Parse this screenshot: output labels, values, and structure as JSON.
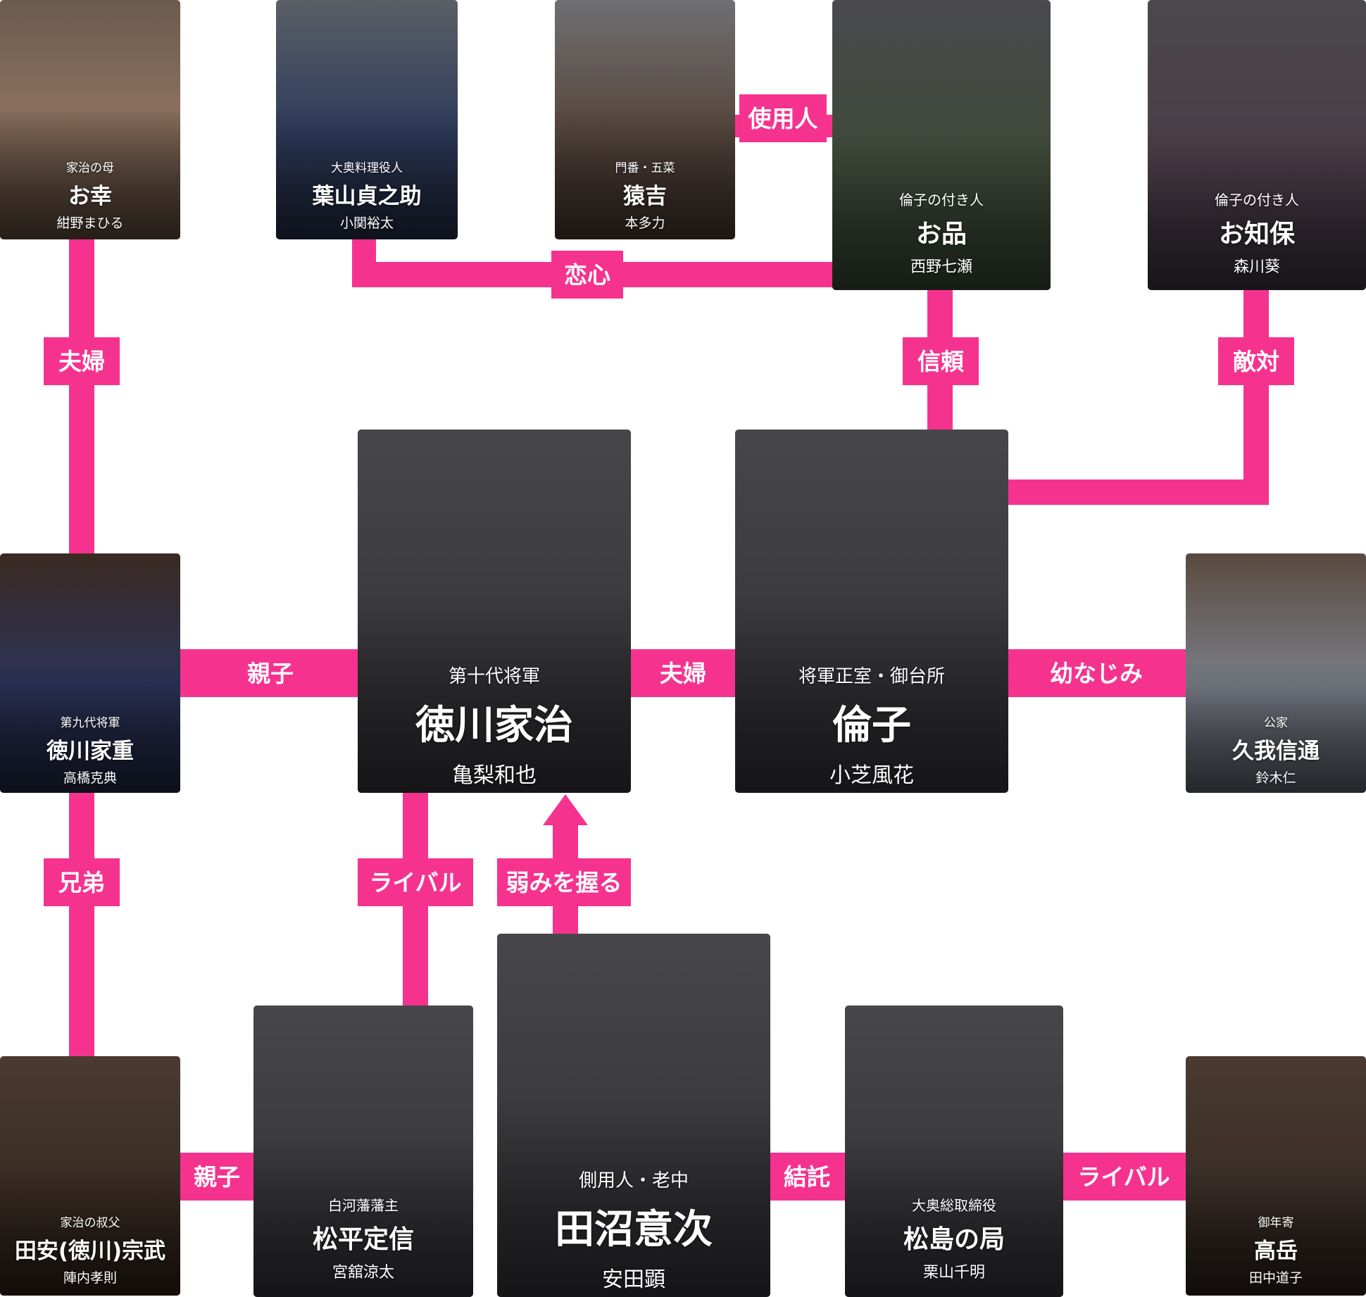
{
  "colors": {
    "accent": "#f5338f",
    "card": "#3d3c40",
    "text": "#ffffff"
  },
  "relations": {
    "oshina_otomo": "使用人",
    "hayama_oshina": "恋心",
    "kosachi_ieshige": "夫婦",
    "oshina_tomoko": "信頼",
    "ochiho_tomoko": "敵対",
    "ieshige_ieharu": "親子",
    "ieharu_tomoko": "夫婦",
    "tomoko_koga": "幼なじみ",
    "ieshige_munetake": "兄弟",
    "sadanobu_ieharu": "ライバル",
    "okitsugu_ieharu": "弱みを握る",
    "munetake_sadanobu": "親子",
    "okitsugu_matsushima": "結託",
    "matsushima_takaoka": "ライバル"
  },
  "characters": {
    "kosachi": {
      "role": "家治の母",
      "name": "お幸",
      "actor": "紺野まひる"
    },
    "hayama": {
      "role": "大奥料理役人",
      "name": "葉山貞之助",
      "actor": "小関裕太"
    },
    "sarukichi": {
      "role": "門番・五菜",
      "name": "猿吉",
      "actor": "本多力"
    },
    "oshina": {
      "role": "倫子の付き人",
      "name": "お品",
      "actor": "西野七瀬"
    },
    "ochiho": {
      "role": "倫子の付き人",
      "name": "お知保",
      "actor": "森川葵"
    },
    "ieshige": {
      "role": "第九代将軍",
      "name": "徳川家重",
      "actor": "高橋克典"
    },
    "ieharu": {
      "role": "第十代将軍",
      "name": "徳川家治",
      "actor": "亀梨和也"
    },
    "tomoko": {
      "role": "将軍正室・御台所",
      "name": "倫子",
      "actor": "小芝風花"
    },
    "koga": {
      "role": "公家",
      "name": "久我信通",
      "actor": "鈴木仁"
    },
    "munetake": {
      "role": "家治の叔父",
      "name": "田安(徳川)宗武",
      "actor": "陣内孝則"
    },
    "sadanobu": {
      "role": "白河藩藩主",
      "name": "松平定信",
      "actor": "宮舘涼太"
    },
    "okitsugu": {
      "role": "側用人・老中",
      "name": "田沼意次",
      "actor": "安田顕"
    },
    "matsushima": {
      "role": "大奥総取締役",
      "name": "松島の局",
      "actor": "栗山千明"
    },
    "takaoka": {
      "role": "御年寄",
      "name": "高岳",
      "actor": "田中道子"
    }
  }
}
